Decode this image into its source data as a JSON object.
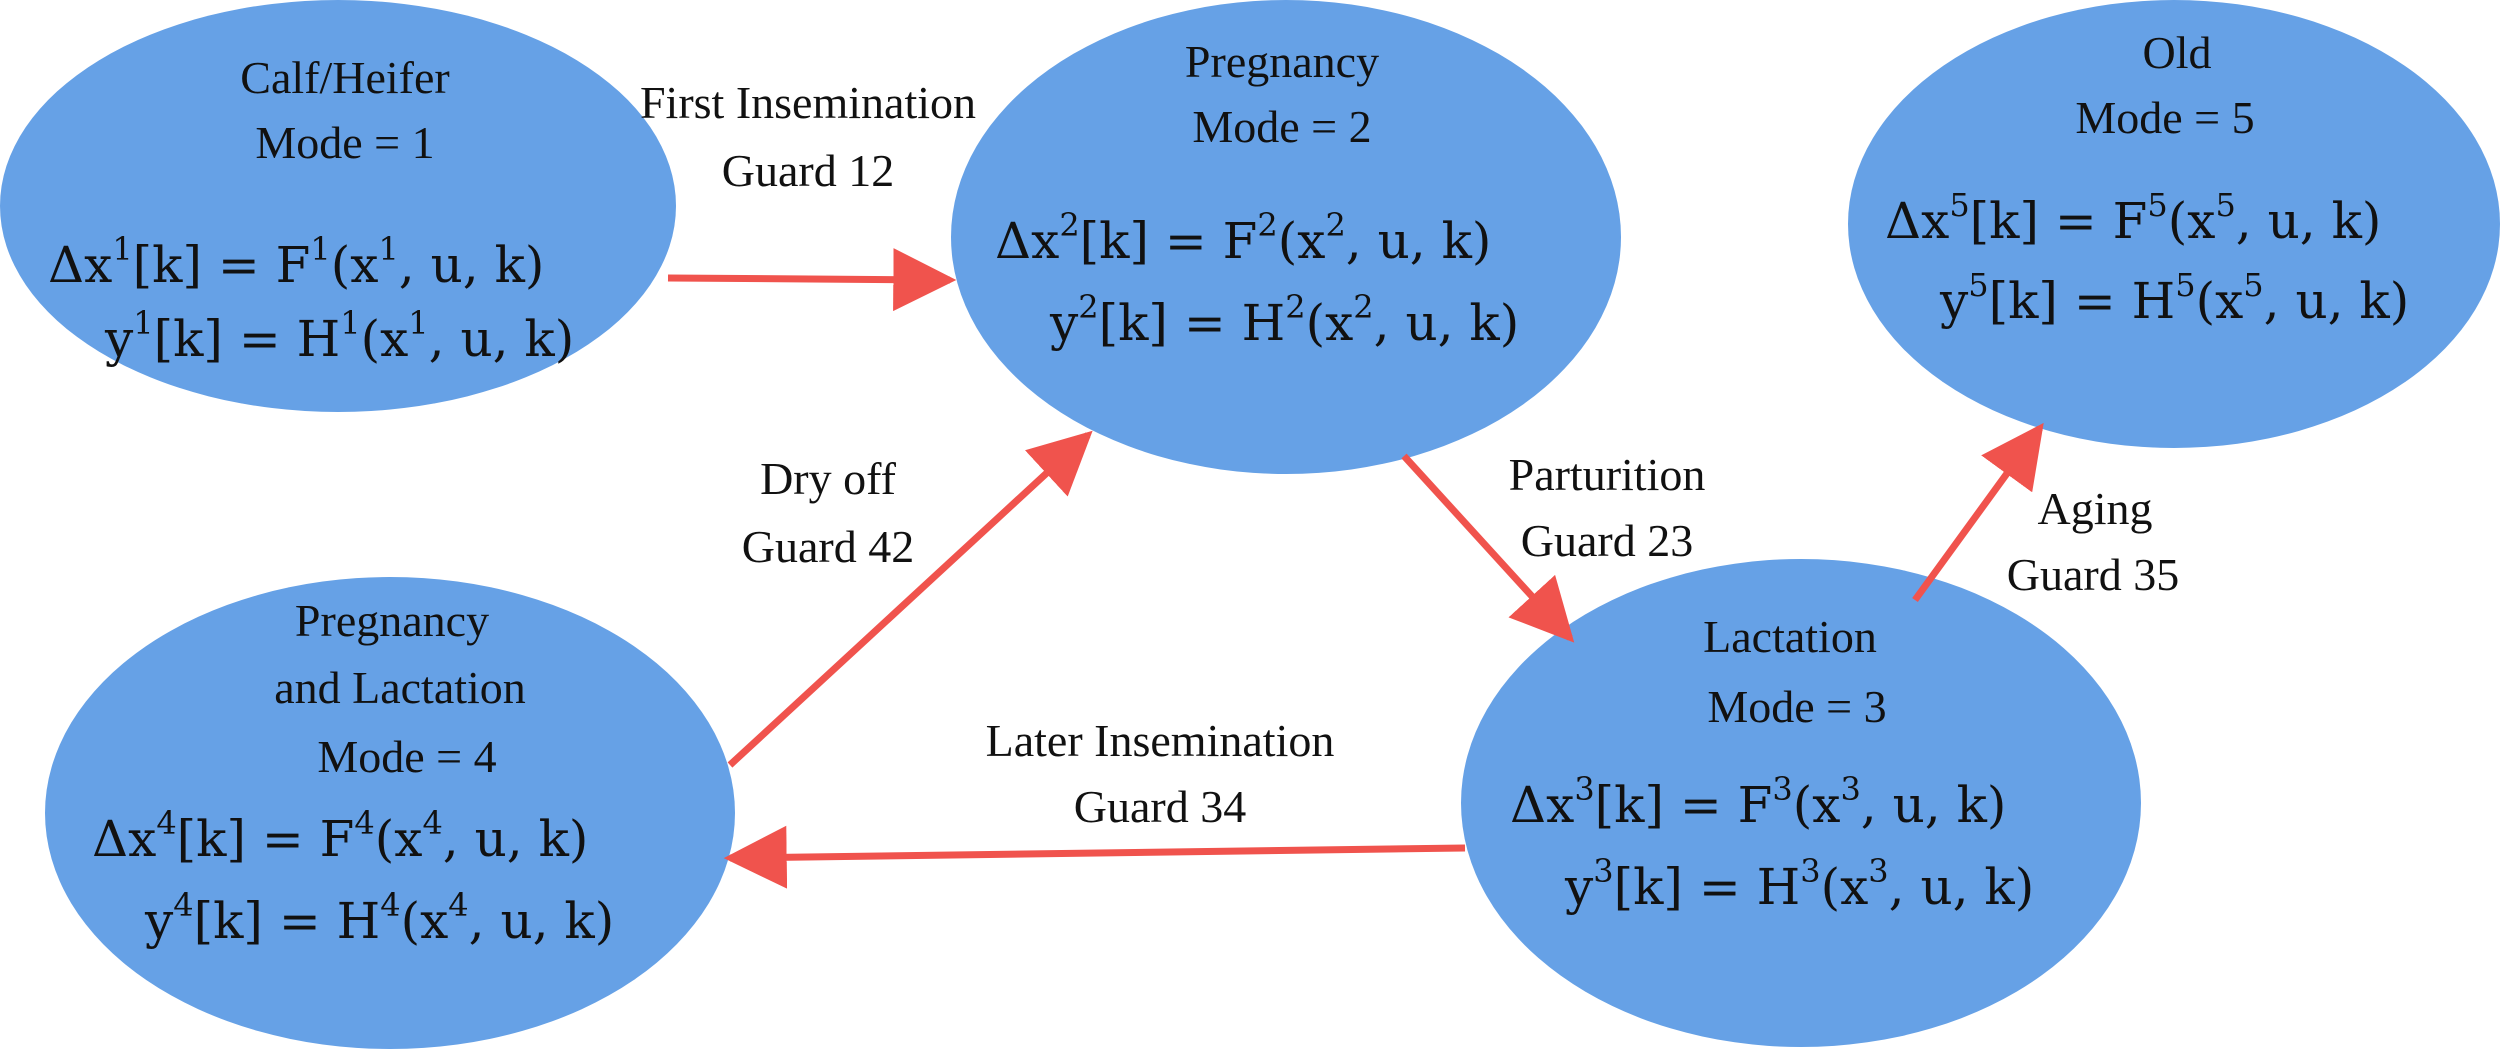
{
  "colors": {
    "node_fill": "#66a1e6",
    "arrow": "#f0534d",
    "text": "#111111"
  },
  "nodes": [
    {
      "id": "calf",
      "name": "Calf/Heifer",
      "name2": "",
      "mode": "Mode = 1",
      "eq1": {
        "lhs": "Δx",
        "sup": "1",
        "mid": "[k] = F",
        "sup2": "1",
        "open": "(x",
        "sup3": "1",
        "rest": ", u, k)"
      },
      "eq2": {
        "lhs": "y",
        "sup": "1",
        "mid": "[k] = H",
        "sup2": "1",
        "open": "(x",
        "sup3": "1",
        "rest": ", u, k)"
      }
    },
    {
      "id": "pregnancy",
      "name": "Pregnancy",
      "name2": "",
      "mode": "Mode = 2",
      "eq1": {
        "lhs": "Δx",
        "sup": "2",
        "mid": "[k] = F",
        "sup2": "2",
        "open": "(x",
        "sup3": "2",
        "rest": ", u, k)"
      },
      "eq2": {
        "lhs": "y",
        "sup": "2",
        "mid": "[k] = H",
        "sup2": "2",
        "open": "(x",
        "sup3": "2",
        "rest": ", u, k)"
      }
    },
    {
      "id": "old",
      "name": "Old",
      "name2": "",
      "mode": "Mode = 5",
      "eq1": {
        "lhs": "Δx",
        "sup": "5",
        "mid": "[k] = F",
        "sup2": "5",
        "open": "(x",
        "sup3": "5",
        "rest": ", u, k)"
      },
      "eq2": {
        "lhs": "y",
        "sup": "5",
        "mid": "[k] = H",
        "sup2": "5",
        "open": "(x",
        "sup3": "5",
        "rest": ", u, k)"
      }
    },
    {
      "id": "preg-lact",
      "name": "Pregnancy",
      "name2": "and Lactation",
      "mode": "Mode = 4",
      "eq1": {
        "lhs": "Δx",
        "sup": "4",
        "mid": "[k] = F",
        "sup2": "4",
        "open": "(x",
        "sup3": "4",
        "rest": ", u, k)"
      },
      "eq2": {
        "lhs": "y",
        "sup": "4",
        "mid": "[k] = H",
        "sup2": "4",
        "open": "(x",
        "sup3": "4",
        "rest": ", u, k)"
      }
    },
    {
      "id": "lactation",
      "name": "Lactation",
      "name2": "",
      "mode": "Mode = 3",
      "eq1": {
        "lhs": "Δx",
        "sup": "3",
        "mid": "[k] = F",
        "sup2": "3",
        "open": "(x",
        "sup3": "3",
        "rest": ", u, k)"
      },
      "eq2": {
        "lhs": "y",
        "sup": "3",
        "mid": "[k] = H",
        "sup2": "3",
        "open": "(x",
        "sup3": "3",
        "rest": ", u, k)"
      }
    }
  ],
  "edges": [
    {
      "id": "first-insemination",
      "from": "Calf/Heifer",
      "to": "Pregnancy",
      "label": "First Insemination",
      "guard": "Guard 12"
    },
    {
      "id": "parturition",
      "from": "Pregnancy",
      "to": "Lactation",
      "label": "Parturition",
      "guard": "Guard 23"
    },
    {
      "id": "aging",
      "from": "Lactation",
      "to": "Old",
      "label": "Aging",
      "guard": "Guard 35"
    },
    {
      "id": "dry-off",
      "from": "Pregnancy and Lactation",
      "to": "Pregnancy",
      "label": "Dry off",
      "guard": "Guard 42"
    },
    {
      "id": "later-insemination",
      "from": "Lactation",
      "to": "Pregnancy and Lactation",
      "label": "Later Insemination",
      "guard": "Guard 34"
    }
  ]
}
